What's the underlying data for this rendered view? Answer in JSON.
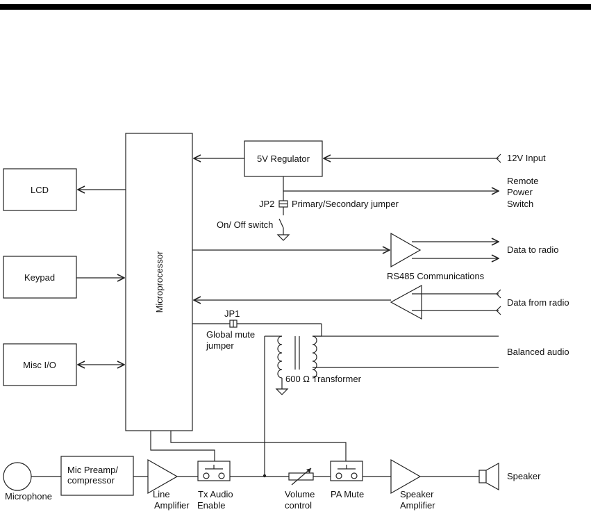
{
  "blocks": {
    "lcd": "LCD",
    "keypad": "Keypad",
    "misc_io": "Misc I/O",
    "microprocessor": "Microprocessor",
    "regulator": "5V Regulator",
    "mic_preamp_line1": "Mic Preamp/",
    "mic_preamp_line2": "compressor"
  },
  "labels": {
    "input_12v": "12V Input",
    "remote_line1": "Remote",
    "remote_line2": "Power",
    "remote_line3": "Switch",
    "jp2": "JP2",
    "jp2_desc": "Primary/Secondary jumper",
    "on_off": "On/ Off switch",
    "data_to_radio": "Data to radio",
    "rs485": "RS485 Communications",
    "data_from_radio": "Data from radio",
    "jp1": "JP1",
    "global_mute_line1": "Global mute",
    "global_mute_line2": "jumper",
    "balanced_audio": "Balanced audio",
    "transformer": "600 Ω Transformer",
    "microphone": "Microphone",
    "line_amp_line1": "Line",
    "line_amp_line2": "Amplifier",
    "tx_audio_line1": "Tx Audio",
    "tx_audio_line2": "Enable",
    "volume_line1": "Volume",
    "volume_line2": "control",
    "pa_mute": "PA Mute",
    "speaker_amp_line1": "Speaker",
    "speaker_amp_line2": "Amplifier",
    "speaker": "Speaker"
  }
}
